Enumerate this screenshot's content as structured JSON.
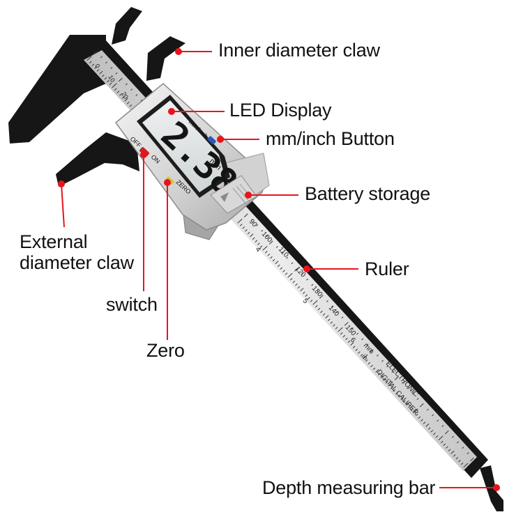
{
  "labels": {
    "inner_claw": "Inner diameter claw",
    "led_display": "LED Display",
    "mm_inch_button": "mm/inch Button",
    "battery": "Battery storage",
    "ruler": "Ruler",
    "external_claw_line1": "External",
    "external_claw_line2": "diameter claw",
    "switch": "switch",
    "zero": "Zero",
    "depth_bar": "Depth measuring bar"
  },
  "device": {
    "reading": "2.38",
    "unit": "mm",
    "mm_inch_text": "mm/inch",
    "off_text": "OFF",
    "on_text": "ON",
    "zero_text": "ZERO",
    "brand_line1": "ELECTRONIC",
    "brand_line2": "DIGITAL CALIPER",
    "scale_mm_unit": "mm",
    "scale_in_unit": "in",
    "top_scale": [
      "0",
      "10",
      "20"
    ],
    "main_scale": [
      "90",
      "100",
      "110",
      "120",
      "130",
      "140",
      "150"
    ],
    "inch_scale": [
      "4",
      "5",
      "6"
    ]
  },
  "colors": {
    "body_black": "#161616",
    "ruler_silver": "#d7d7d7",
    "leader_red": "#e8141c",
    "lcd_bg": "#dfe3e4",
    "button_blue": "#2c57b8",
    "switch_red": "#c3262b",
    "zero_yellow": "#d9c23a"
  }
}
